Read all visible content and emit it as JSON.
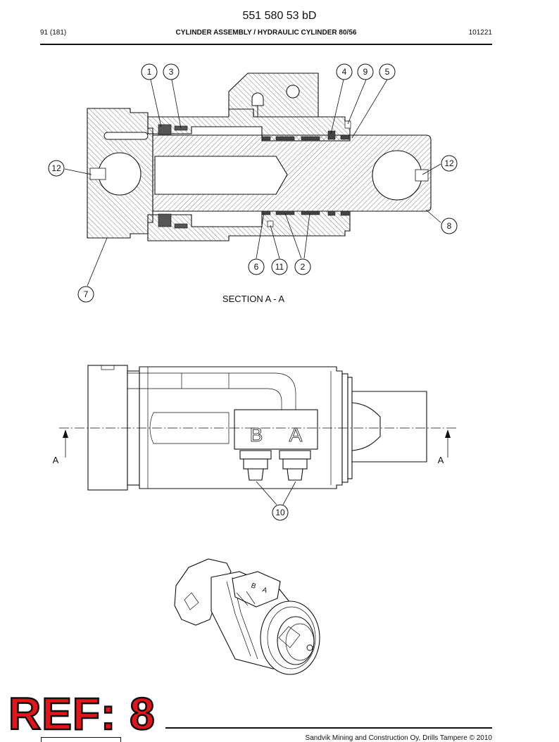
{
  "header": {
    "doc_number": "551 580 53 bD",
    "page_ref": "91 (181)",
    "title": "CYLINDER ASSEMBLY / HYDRAULIC CYLINDER 80/56",
    "date_code": "101221"
  },
  "section_view": {
    "caption": "SECTION  A - A",
    "callouts": [
      "1",
      "3",
      "4",
      "9",
      "5",
      "12",
      "12",
      "8",
      "6",
      "11",
      "2",
      "7"
    ]
  },
  "side_view": {
    "section_mark_left": "A",
    "section_mark_right": "A",
    "port_b": "B",
    "port_a": "A",
    "callout_10": "10"
  },
  "iso_view": {
    "port_b": "B",
    "port_a": "A"
  },
  "stamp": {
    "text": "REF: 8"
  },
  "footer": {
    "copyright": "Sandvik Mining and Construction Oy, Drills Tampere © 2010"
  }
}
